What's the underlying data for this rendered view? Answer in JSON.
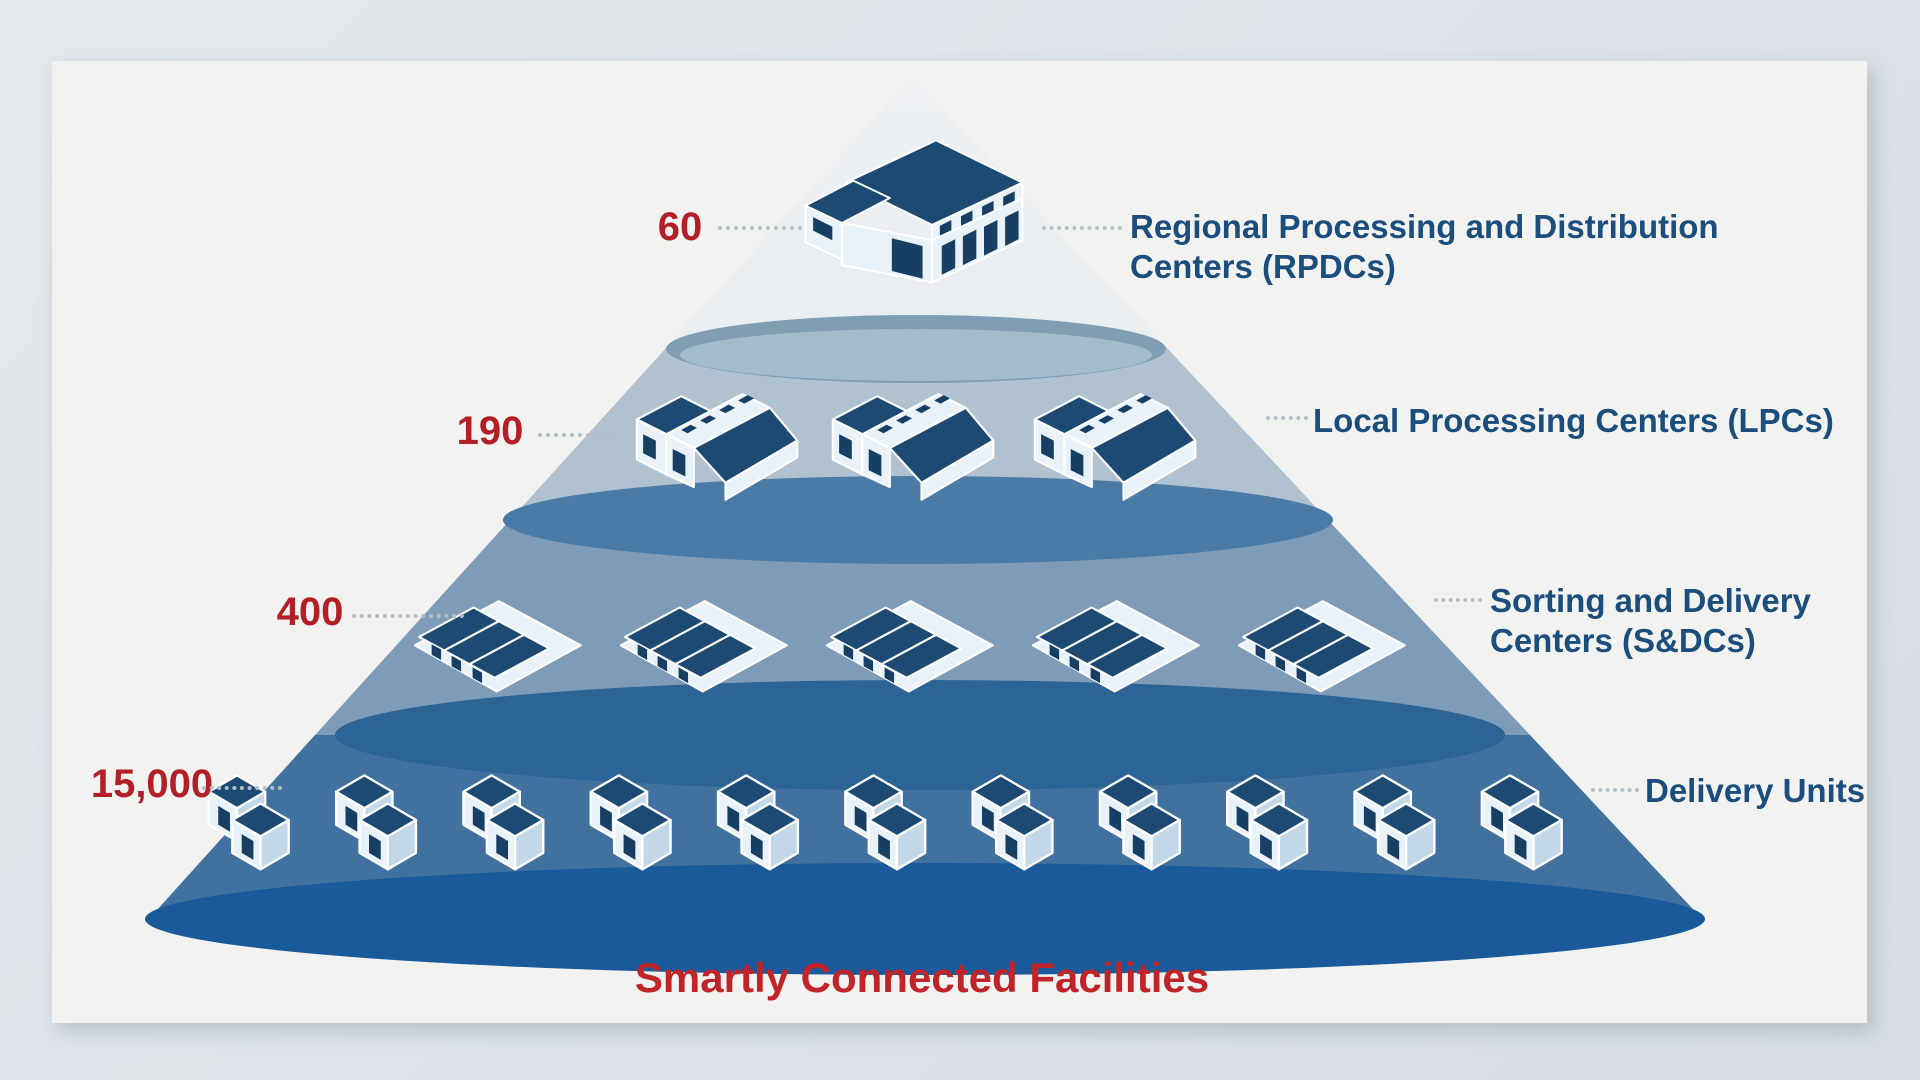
{
  "diagram": {
    "caption": "Smartly Connected Facilities",
    "levels": [
      {
        "count": "60",
        "label": "Regional Processing and Distribution Centers (RPDCs)",
        "label_line1": "Regional Processing and Distribution",
        "label_line2": "Centers (RPDCs)",
        "icon": "warehouse-building-icon",
        "icon_count": 1
      },
      {
        "count": "190",
        "label": "Local Processing Centers (LPCs)",
        "label_line1": "Local Processing Centers (LPCs)",
        "label_line2": "",
        "icon": "factory-building-icon",
        "icon_count": 3
      },
      {
        "count": "400",
        "label": "Sorting and Delivery Centers (S&DCs)",
        "label_line1": "Sorting and Delivery",
        "label_line2": "Centers (S&DCs)",
        "icon": "sawtooth-factory-icon",
        "icon_count": 5
      },
      {
        "count": "15,000",
        "label": "Delivery Units",
        "label_line1": "Delivery Units",
        "label_line2": "",
        "icon": "house-icon",
        "icon_count": 11
      }
    ],
    "colors": {
      "count_text": "#b31f26",
      "label_text": "#1b4d7d",
      "caption_text": "#c02428",
      "tier1": "#e9edf0",
      "tier2": "#b0c2d0",
      "tier3": "#7e9bb7",
      "tier4": "#41719e",
      "ellipse1": "#7f9db3",
      "ellipse2": "#4a7ba6",
      "ellipse3": "#2c6496",
      "base_ellipse": "#1a5a9b",
      "building_dark": "#1d4a72",
      "building_light": "#e9f2f9"
    }
  }
}
